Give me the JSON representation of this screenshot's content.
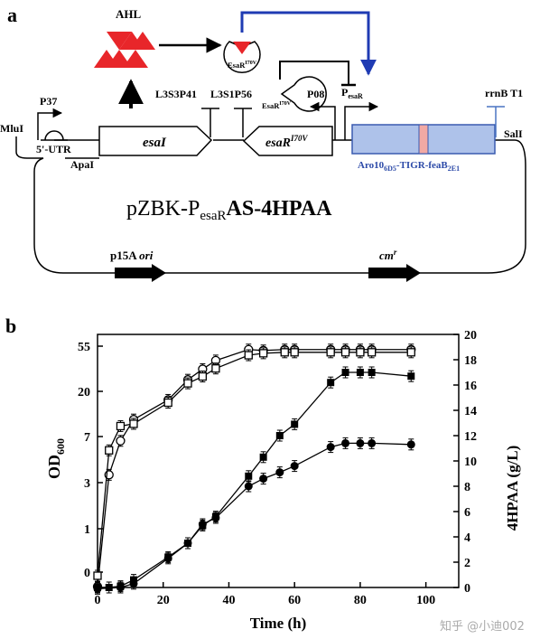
{
  "panel_a": {
    "label": "a",
    "ahl": "AHL",
    "repressor": "EsaR",
    "repressor_sup": "I70V",
    "promoters": {
      "p37": "P37",
      "p08": "P08",
      "pesar_main": "P",
      "pesar_sub": "esaR"
    },
    "terminators": {
      "t1": "L3S3P41",
      "t2": "L3S1P56",
      "t3": "rrnB T1"
    },
    "sites": {
      "mlui": "MluI",
      "apai": "ApaI",
      "sali": "SalI"
    },
    "utr": "5'-UTR",
    "genes": {
      "esai": "esaI",
      "esar_main": "esaR",
      "esar_sup": "I70V",
      "fusion_a": "Aro10",
      "fusion_a_sub": "6D5",
      "fusion_b": "-TIGR-feaB",
      "fusion_b_sub": "2E1"
    },
    "plasmid": {
      "prefix": "pZBK-P",
      "sub": "esaR",
      "suffix": "AS-4HPAA"
    },
    "ori_main": "p15A ",
    "ori_italic": "ori",
    "cm_main": "cm",
    "cm_sup": "r"
  },
  "panel_b": {
    "label": "b",
    "watermark": "知乎 @小迪002"
  },
  "colors": {
    "ahl": "#e8262a",
    "feedback_arrow": "#1f3bb3",
    "fusion_fill": "#aec2ea",
    "fusion_stroke": "#3a5bb0",
    "fusion_label": "#2c4aa8",
    "tigr": "#f2a9a4",
    "terminator_blue": "#4a74c2"
  },
  "chart_data": {
    "type": "line",
    "xlabel": "Time (h)",
    "ylabel_left_main": "OD",
    "ylabel_left_sub": "600",
    "ylabel_right": "4HPAA (g/L)",
    "xlim": [
      0,
      110
    ],
    "xticks": [
      0,
      20,
      40,
      60,
      80,
      100
    ],
    "ylim_right": [
      0,
      20
    ],
    "yticks_right": [
      0,
      2,
      4,
      6,
      8,
      10,
      12,
      14,
      16,
      18,
      20
    ],
    "yscale_left": "log",
    "yticks_left": [
      "0",
      "1",
      "3",
      "7",
      "20",
      "55"
    ],
    "series": [
      {
        "marker": "open-circle",
        "axis": "left",
        "x": [
          0,
          3.5,
          7,
          11,
          21.5,
          27.5,
          32,
          36,
          46,
          50.5,
          57,
          60,
          71,
          75.5,
          80,
          83.5,
          95.5
        ],
        "y": [
          -0.8,
          3.5,
          6.5,
          10.5,
          16.5,
          26,
          33,
          40,
          51,
          50,
          51,
          51,
          51,
          51,
          51,
          51,
          51
        ]
      },
      {
        "marker": "open-square",
        "axis": "left",
        "x": [
          0,
          3.5,
          7,
          11,
          21.5,
          27.5,
          32,
          36,
          46,
          50.5,
          57,
          60,
          71,
          75.5,
          80,
          83.5,
          95.5
        ],
        "y": [
          -0.2,
          5.5,
          9,
          9.5,
          15.5,
          24,
          28,
          33.5,
          45,
          47,
          48,
          48,
          48,
          48,
          48,
          48,
          48
        ]
      },
      {
        "marker": "filled-square",
        "axis": "right",
        "x": [
          0,
          3.5,
          7,
          11,
          21.5,
          27.5,
          32,
          36,
          46,
          50.5,
          55.5,
          60,
          71,
          75.5,
          80,
          83.5,
          95.5
        ],
        "y": [
          0,
          0,
          0.1,
          0.6,
          2.4,
          3.5,
          4.9,
          5.6,
          8.8,
          10.3,
          12.0,
          12.9,
          16.2,
          17.0,
          17.0,
          17.0,
          16.7
        ]
      },
      {
        "marker": "filled-circle",
        "axis": "right",
        "x": [
          0,
          7,
          11,
          21.5,
          27.5,
          32,
          36,
          46,
          50.5,
          55.5,
          60,
          71,
          75.5,
          80,
          83.5,
          95.5
        ],
        "y": [
          -0.1,
          0,
          0.3,
          2.3,
          3.5,
          5.0,
          5.5,
          8.0,
          8.6,
          9.1,
          9.6,
          11.1,
          11.4,
          11.4,
          11.4,
          11.3
        ]
      }
    ]
  }
}
